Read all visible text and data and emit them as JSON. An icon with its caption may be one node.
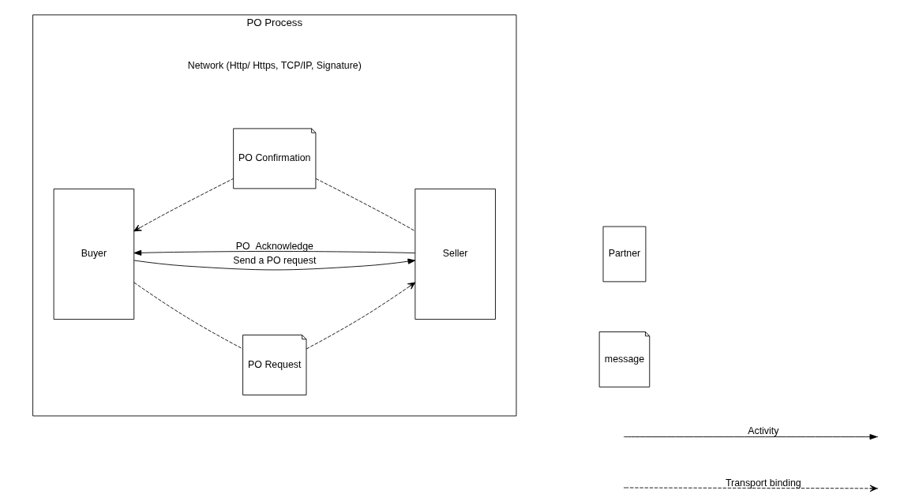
{
  "diagram": {
    "nodes": [
      {
        "text": [
          "PO Process"
        ]
      },
      {
        "text": [
          "Buyer"
        ],
        "in": 0
      },
      {
        "text": [
          "PO Request"
        ],
        "in": 0
      },
      {
        "text": [
          "Seller"
        ],
        "in": 0
      },
      {
        "text": [
          "PO Confirmation"
        ],
        "in": 0
      }
    ],
    "edges": [
      {
        "from": 1,
        "to": 2,
        "arrow": "none",
        "style": "dashed"
      },
      {
        "from": 2,
        "to": 3,
        "arrow": "to",
        "style": "dashed"
      },
      {
        "from": 1,
        "to": 3,
        "arrow": "to",
        "label": "Send a PO request"
      },
      {
        "from": 3,
        "to": 1,
        "arrow": "to",
        "label": "PO  Acknowledge"
      },
      {
        "from": 3,
        "to": 4,
        "arrow": "none",
        "style": "dashed"
      },
      {
        "from": 4,
        "to": 1,
        "arrow": "to",
        "style": "dashed"
      }
    ],
    "labels": [
      "Network (Http/ Https, TCP/IP, Signature)"
    ],
    "legend": [
      {
        "text": "Partner"
      },
      {
        "text": "message"
      },
      {
        "text": "Activity"
      },
      {
        "text": "Transport binding"
      }
    ]
  }
}
